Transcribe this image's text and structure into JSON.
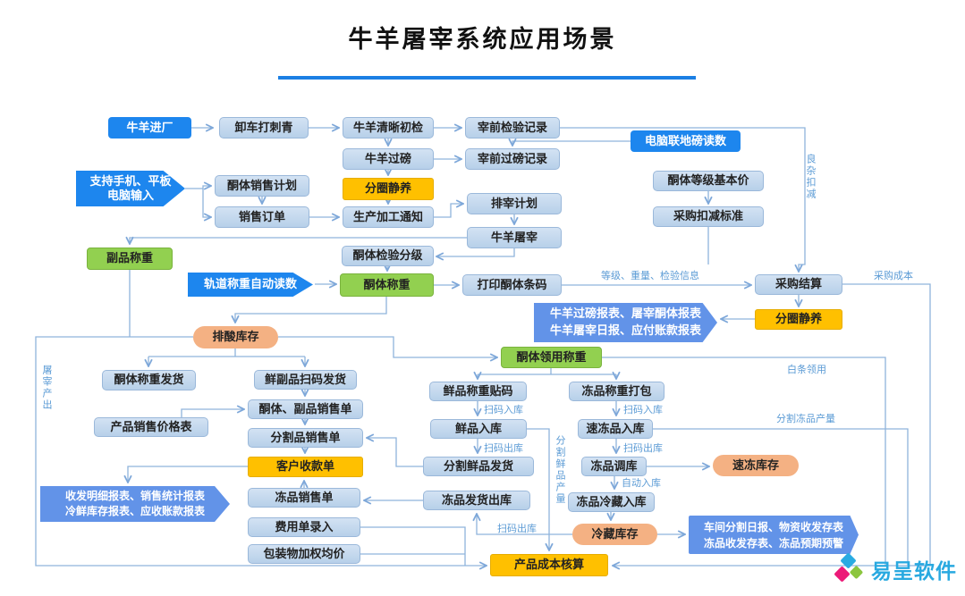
{
  "title": "牛羊屠宰系统应用场景",
  "nodes": {
    "cattle_entry": "牛羊进厂",
    "unload_tattoo": "卸车打刺青",
    "initial_inspection": "牛羊清晰初检",
    "pre_slaughter_inspection_record": "宰前检验记录",
    "computer_scale_reading": "电脑联地磅读数",
    "cattle_weighing": "牛羊过磅",
    "pre_slaughter_weighing_record": "宰前过磅记录",
    "mobile_input_line1": "支持手机、平板",
    "mobile_input_line2": "电脑输入",
    "carcass_sales_plan": "酮体销售计划",
    "pen_rest_1": "分圈静养",
    "carcass_grade_base_price": "酮体等级基本价",
    "sales_order": "销售订单",
    "production_notice": "生产加工通知",
    "slaughter_schedule": "排宰计划",
    "purchase_deduction_standard": "采购扣减标准",
    "cattle_slaughter": "牛羊屠宰",
    "carcass_inspection_grading": "酮体检验分级",
    "byproduct_weighing": "副品称重",
    "rail_scale_auto_reading": "轨道称重自动读数",
    "carcass_weighing": "酮体称重",
    "print_carcass_barcode": "打印酮体条码",
    "purchase_settlement": "采购结算",
    "pen_rest_2": "分圈静养",
    "acid_discharge_inventory": "排酸库存",
    "carcass_weighing_shipment": "酮体称重发货",
    "fresh_byproduct_scan_shipment": "鲜副品扫码发货",
    "carcass_requisition_weighing": "酮体领用称重",
    "fresh_weighing_labeling": "鲜品称重贴码",
    "frozen_weighing_packing": "冻品称重打包",
    "carcass_byproduct_sales_order": "酮体、副品销售单",
    "product_price_list": "产品销售价格表",
    "cut_product_sales_order": "分割品销售单",
    "fresh_warehousing": "鲜品入库",
    "quick_frozen_warehousing": "速冻品入库",
    "customer_receipt": "客户收款单",
    "cut_fresh_shipment": "分割鲜品发货",
    "frozen_transfer": "冻品调库",
    "quick_frozen_inventory": "速冻库存",
    "frozen_sales_order": "冻品销售单",
    "frozen_shipment_outbound": "冻品发货出库",
    "frozen_cold_warehousing": "冻品冷藏入库",
    "expense_entry": "费用单录入",
    "cold_storage_inventory": "冷藏库存",
    "packaging_weighted_price": "包装物加权均价",
    "product_cost_accounting": "产品成本核算"
  },
  "reports": {
    "slaughter_line1": "牛羊过磅报表、屠宰酮体报表",
    "slaughter_line2": "牛羊屠宰日报、应付账款报表",
    "sales_line1": "收发明细报表、销售统计报表",
    "sales_line2": "冷鲜库存报表、应收账款报表",
    "workshop_line1": "车间分割日报、物资收发存表",
    "workshop_line2": "冻品收发存表、冻品预期预警"
  },
  "labels": {
    "dengji_info": "等级、重量、检验信息",
    "caigou_chengben": "采购成本",
    "baitiao_lingyong": "白条领用",
    "fenge_dongpin_chanliang": "分割冻品产量",
    "saoma_ruku": "扫码入库",
    "saoma_chuku": "扫码出库",
    "zidong_ruku": "自动入库",
    "liangza_koujian": "良杂扣减",
    "tuzai_chanchu": "屠宰产出",
    "fenge_xianpin_chanliang": "分割鲜品产量"
  },
  "logo": {
    "name": "易呈软件"
  },
  "colors": {
    "accent_blue": "#1d86ee",
    "light_box": "#bdd7ee",
    "green_box": "#92d050",
    "yellow_box": "#ffc000",
    "salmon_box": "#f4b183",
    "report_blue": "#6293e8",
    "label_blue": "#5b9bd5",
    "line_blue": "#8fb4dc",
    "title_underline": "#1b7fe4"
  }
}
